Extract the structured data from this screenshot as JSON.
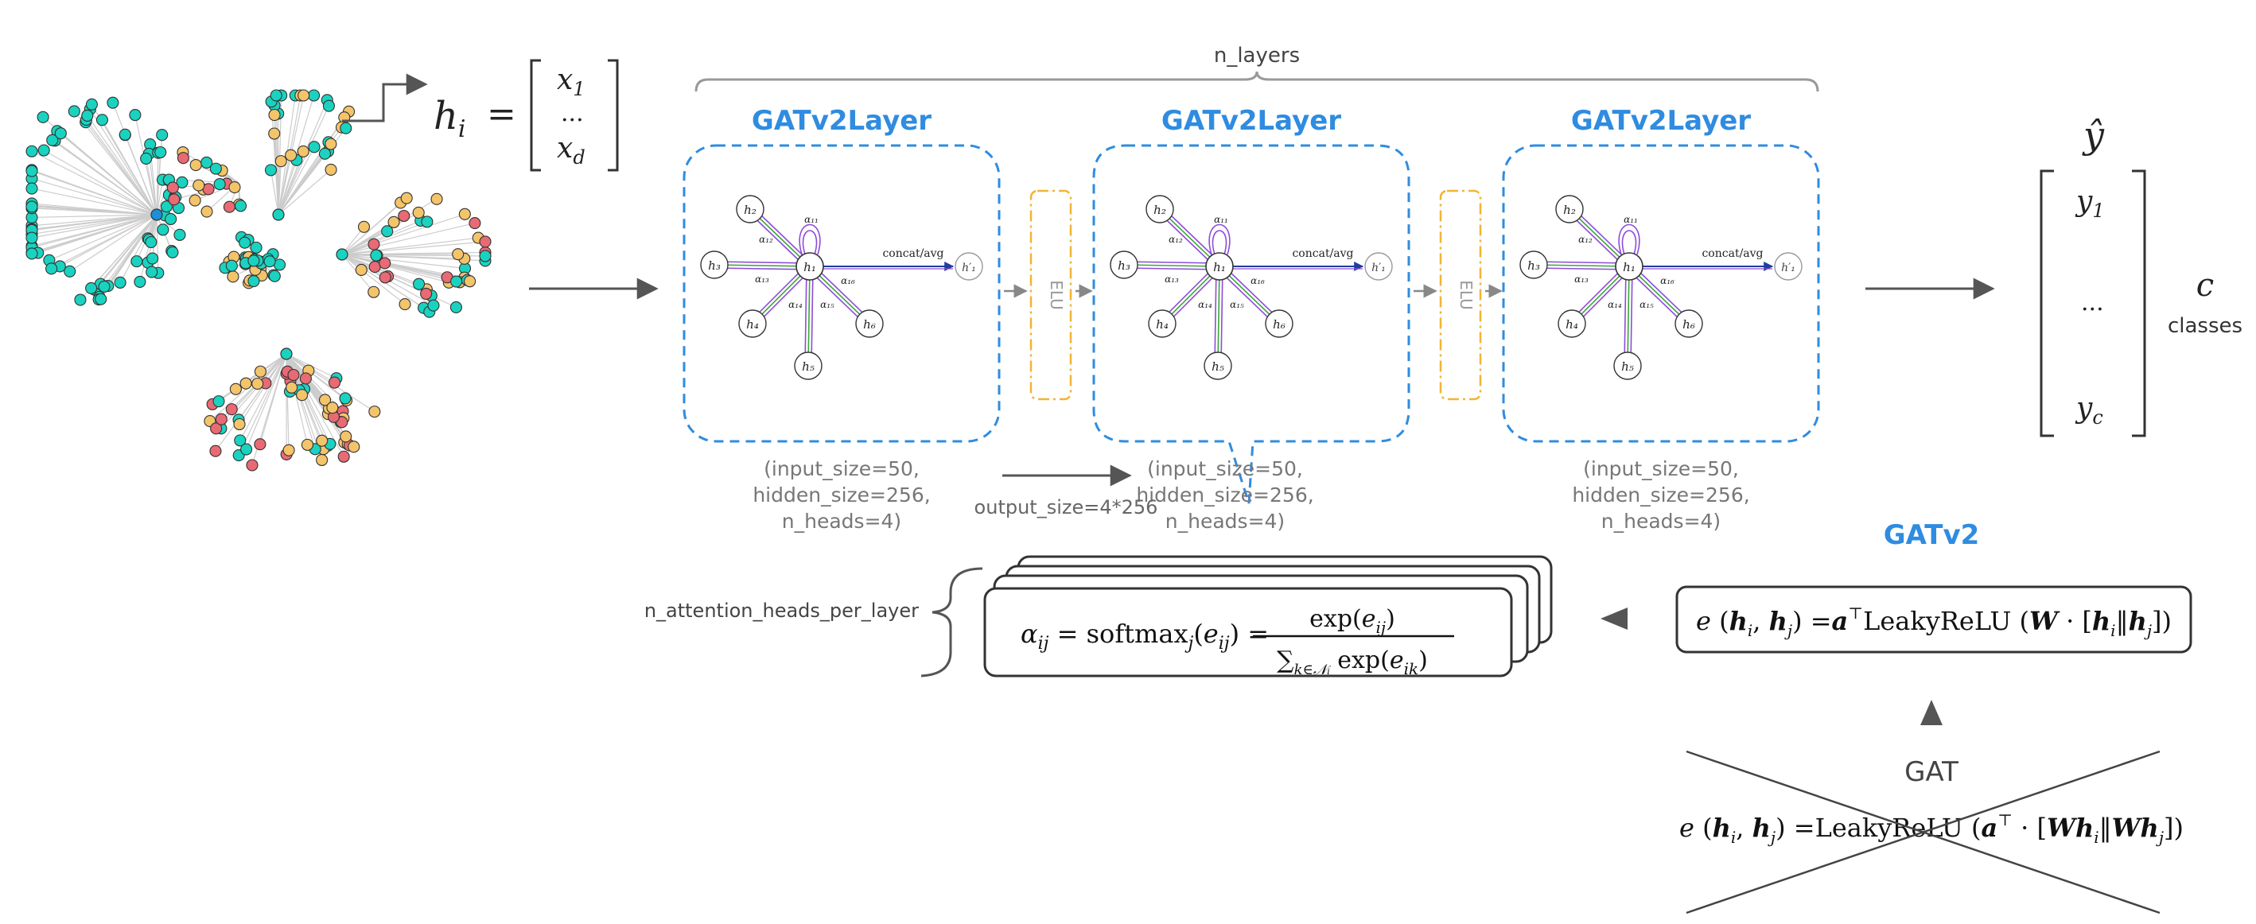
{
  "graph": {
    "node_colors": {
      "teal": "#19d3c0",
      "yellow": "#f4c46a",
      "red": "#e86a74",
      "hub": "#1d8ed8",
      "edge": "#cccccc"
    }
  },
  "feature_vector": {
    "label": "h_i",
    "equals": "=",
    "entries": [
      "x_1",
      "...",
      "x_d"
    ]
  },
  "layers": {
    "count_label": "n_layers",
    "layer_title": "GATv2Layer",
    "activation": "ELU",
    "params": [
      "(input_size=50,",
      "hidden_size=256,",
      "n_heads=4)"
    ],
    "output_size": "output_size=4*256",
    "mini_graph": {
      "concat": "concat/avg",
      "center": "h₁",
      "output": "h′₁",
      "neighbors": [
        "h₂",
        "h₃",
        "h₄",
        "h₅",
        "h₆"
      ],
      "edge_labels": [
        "α₁₁",
        "α₁₂",
        "α₁₃",
        "α₁₄",
        "α₁₅",
        "α₁₆"
      ]
    }
  },
  "output": {
    "label": "ŷ",
    "entries": [
      "y_1",
      "...",
      "y_c"
    ],
    "c": "c",
    "classes": "classes"
  },
  "attention": {
    "heads_label": "n_attention_heads_per_layer",
    "formula_parts": [
      "α",
      "ij",
      " = softmax",
      "j",
      "(e",
      "ij",
      ") = "
    ],
    "fraction_num": "exp(e_ij)",
    "fraction_den": "∑_{k∈N_i} exp(e_ik)"
  },
  "gatv2": {
    "title": "GATv2",
    "formula": "e(h_i, h_j) = a^T LeakyReLU(W · [h_i ∥ h_j])"
  },
  "gat": {
    "title": "GAT",
    "formula": "e(h_i, h_j) = LeakyReLU(a^T · [W h_i ∥ W h_j])"
  },
  "colors": {
    "blue": "#2f8ce0",
    "orange": "#f2b434",
    "purple": "#8e4cd9",
    "green": "#3aa83a",
    "darkblue": "#1f3f9e",
    "gray": "#555555"
  }
}
